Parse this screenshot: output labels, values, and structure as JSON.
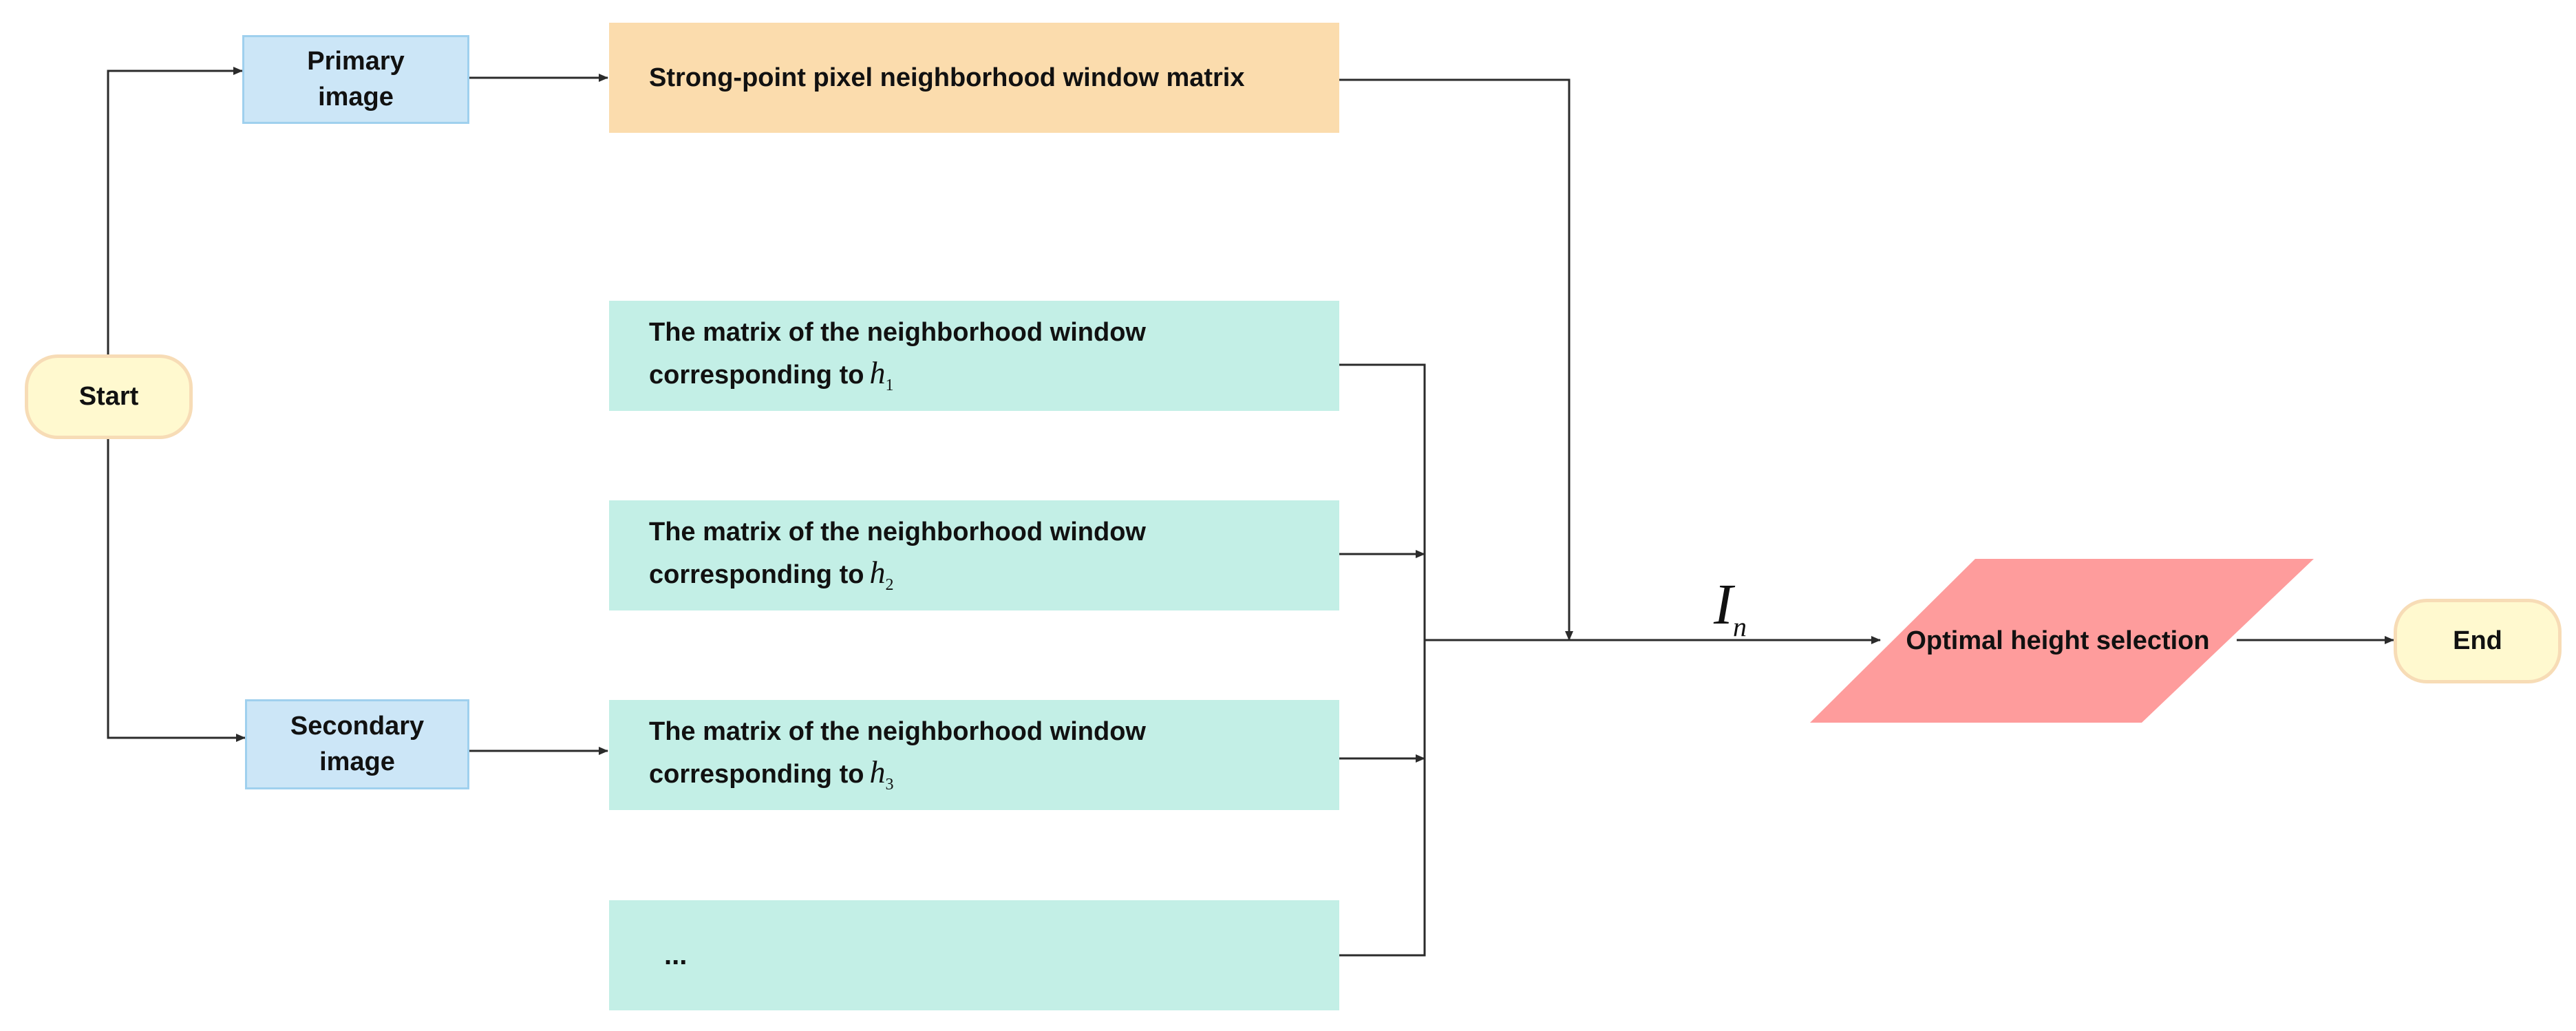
{
  "nodes": {
    "start": "Start",
    "end": "End",
    "primary": {
      "line1": "Primary",
      "line2": "image"
    },
    "secondary": {
      "line1": "Secondary",
      "line2": "image"
    },
    "strong_point": "Strong-point pixel neighborhood window matrix",
    "matrix_h1": {
      "line1": "The matrix of the neighborhood window",
      "line2": "corresponding to",
      "var": "h",
      "sub": "1"
    },
    "matrix_h2": {
      "line1": "The matrix of the neighborhood window",
      "line2": "corresponding to",
      "var": "h",
      "sub": "2"
    },
    "matrix_h3": {
      "line1": "The matrix of the neighborhood window",
      "line2": "corresponding to",
      "var": "h",
      "sub": "3"
    },
    "matrix_more": "...",
    "optimal": "Optimal height selection"
  },
  "edge_label": {
    "var": "I",
    "sub": "n"
  },
  "colors": {
    "terminal_fill": "#fff9cf",
    "terminal_border": "#f7dcb6",
    "image_fill": "#cce6f7",
    "strong_point_fill": "#fbdcad",
    "matrix_fill": "#c3efe6",
    "optimal_fill": "#fe9c9c",
    "line": "#2b2b2b"
  }
}
